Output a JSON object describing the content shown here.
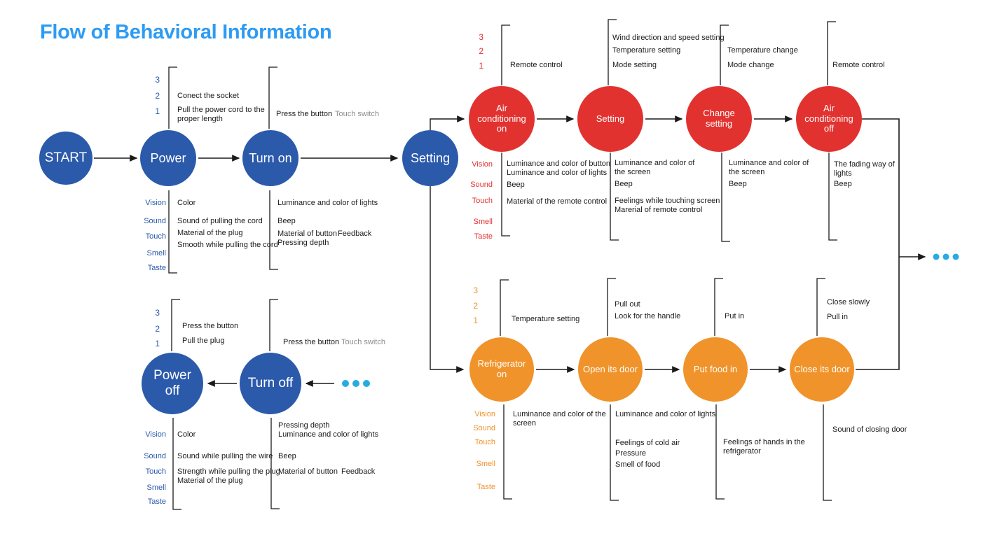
{
  "title": "Flow of Behavioral Information",
  "colors": {
    "title": "#2E9BF3",
    "node_blue": "#2B5AAB",
    "node_red": "#E23230",
    "node_orange": "#F0932A",
    "ellipsis_dots": "#29ABE2",
    "muted_text": "#8C8C8C"
  },
  "priority_numbers": [
    "3",
    "2",
    "1"
  ],
  "senses": [
    "Vision",
    "Sound",
    "Touch",
    "Smell",
    "Taste"
  ],
  "power_on": {
    "nodes": {
      "start": "START",
      "power": "Power",
      "turn_on": "Turn on",
      "setting": "Setting"
    },
    "actions_power": [
      "Conect the socket",
      "Pull the power cord to the proper length"
    ],
    "actions_turn_on": "Press the button",
    "actions_turn_on_note": "Touch switch",
    "sense_power": [
      "Color",
      "Sound of pulling the cord",
      "Material of the plug",
      "Smooth while pulling the cord"
    ],
    "sense_turn_on": [
      "Luminance and color of lights",
      "Beep",
      "Material of button",
      "Feedback",
      "Pressing depth"
    ]
  },
  "power_off": {
    "nodes": {
      "power_off": "Power off",
      "turn_off": "Turn off"
    },
    "actions_power_off": [
      "Press the button",
      "Pull the plug"
    ],
    "actions_turn_off": "Press the button",
    "actions_turn_off_note": "Touch switch",
    "sense_power_off": [
      "Color",
      "Sound while pulling the wire",
      "Strength while pulling the plug",
      "Material of the plug"
    ],
    "sense_turn_off": [
      "Pressing depth",
      "Luminance and color of lights",
      "Beep",
      "Material of button",
      "Feedback"
    ]
  },
  "air_conditioner": {
    "nodes": [
      "Air conditioning on",
      "Setting",
      "Change setting",
      "Air conditioning off"
    ],
    "actions": [
      [
        "Remote control"
      ],
      [
        "Wind direction and speed setting",
        "Temperature setting",
        "Mode setting"
      ],
      [
        "Temperature change",
        "Mode change"
      ],
      [
        "Remote control"
      ]
    ],
    "sense": [
      [
        "Luminance and color of button",
        "Luminance and color of lights",
        "Beep",
        "Material of the remote control"
      ],
      [
        "Luminance and color of the screen",
        "Beep",
        "Feelings while touching screen",
        "Marerial of remote control"
      ],
      [
        "Luminance and color of the screen",
        "Beep"
      ],
      [
        "The fading way of lights",
        "Beep"
      ]
    ]
  },
  "refrigerator": {
    "nodes": [
      "Refrigerator on",
      "Open its door",
      "Put food in",
      "Close its door"
    ],
    "actions": [
      [
        "Temperature setting"
      ],
      [
        "Pull out",
        "Look for the handle"
      ],
      [
        "Put in"
      ],
      [
        "Close slowly",
        "Pull in"
      ]
    ],
    "sense": [
      [
        "Luminance and color of the screen"
      ],
      [
        "Luminance and color of lights",
        "Feelings of cold air",
        "Pressure",
        "Smell of food"
      ],
      [
        "Feelings of hands in the refrigerator"
      ],
      [
        "Sound of closing door"
      ]
    ]
  }
}
